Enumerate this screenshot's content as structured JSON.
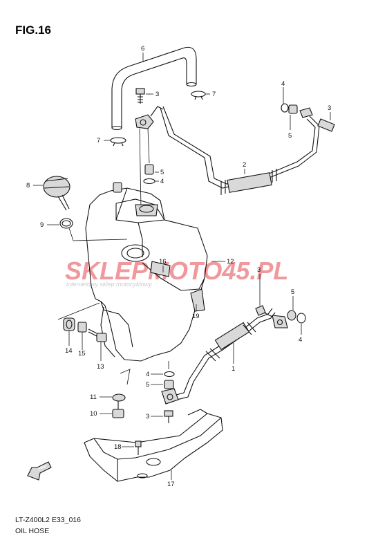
{
  "figure_title": "FIG.16",
  "model_code": "LT-Z400L2 E33_016",
  "caption": "OIL HOSE",
  "watermark": {
    "brand": "SKLEPMOTO45.PL",
    "tagline": "internetowy sklep motocyklowy",
    "brand_color": "#e5333c"
  },
  "direction_marker": "FWD",
  "callouts": {
    "n1": "1",
    "n2": "2",
    "n3a": "3",
    "n3b": "3",
    "n3c": "3",
    "n3d": "3",
    "n4a": "4",
    "n4b": "4",
    "n4c": "4",
    "n4d": "4",
    "n5a": "5",
    "n5b": "5",
    "n5c": "5",
    "n5d": "5",
    "n6": "6",
    "n7a": "7",
    "n7b": "7",
    "n8": "8",
    "n9": "9",
    "n10": "10",
    "n11": "11",
    "n12": "12",
    "n13": "13",
    "n14": "14",
    "n15": "15",
    "n16": "16",
    "n17": "17",
    "n18": "18",
    "n19": "19"
  }
}
